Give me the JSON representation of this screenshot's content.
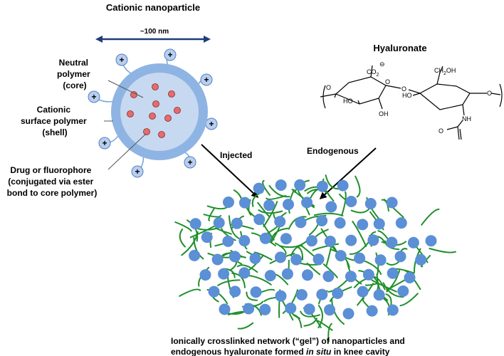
{
  "nanoparticle": {
    "title": "Cationic nanoparticle",
    "size": "~100 nm",
    "charge_symbol": "+",
    "core_label": [
      "Neutral",
      "polymer",
      "(core)"
    ],
    "shell_label": [
      "Cationic",
      "surface polymer",
      "(shell)"
    ],
    "drug_label": [
      "Drug or fluorophore",
      "(conjugated via ester",
      "bond to core polymer)"
    ]
  },
  "hyaluronate": {
    "title": "Hyaluronate",
    "co2": "CO",
    "co2_sub": "2",
    "co2_charge": "⊖",
    "ch2oh": "CH",
    "ch2oh_sub": "2",
    "ch2oh_end": "OH",
    "ho_left": "HO",
    "oh_bottom": "OH",
    "ho_right": "HO",
    "nh": "NH",
    "o_ring": "O",
    "o_link": "O"
  },
  "arrows": {
    "injected": "Injected",
    "endogenous": "Endogenous"
  },
  "network": {
    "caption_line1": "Ionically crosslinked network (“gel”) of nanoparticles and",
    "caption_line2_pre": "endogenous hyaluronate formed ",
    "caption_line2_italic": "in situ",
    "caption_line2_post": " in knee cavity"
  },
  "colors": {
    "shell": "#8eb4e3",
    "core": "#c6d9f1",
    "charge_fill": "#b9cef0",
    "charge_stroke": "#4f81bd",
    "drug": "#e46c6c",
    "particle": "#5b8fd6",
    "hyaluronate_strand": "#1f8f2a"
  }
}
